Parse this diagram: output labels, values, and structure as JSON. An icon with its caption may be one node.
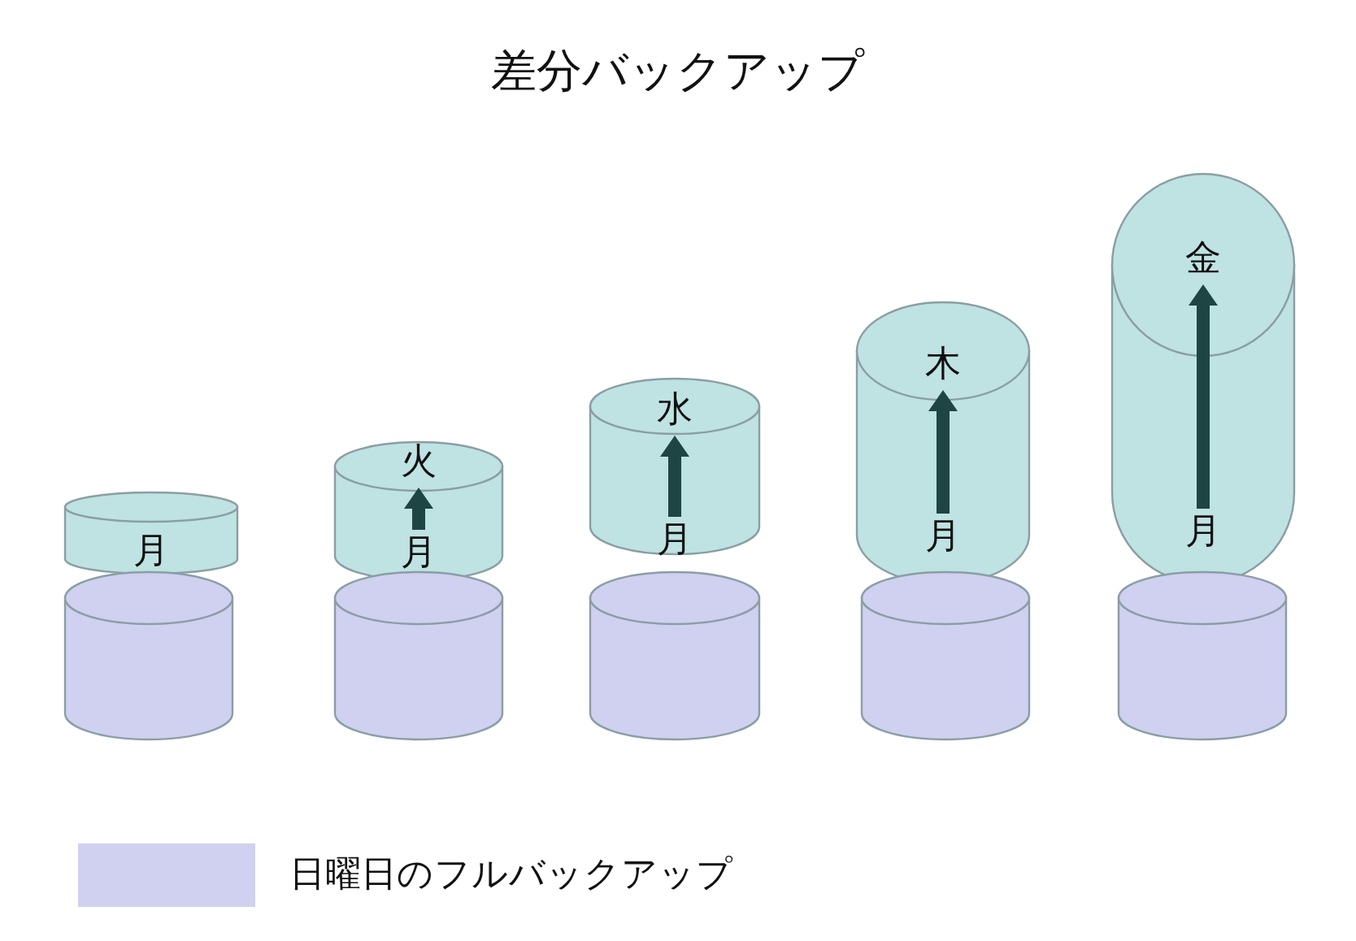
{
  "diagram": {
    "title": "差分バックアップ",
    "nodes": [
      {
        "text": [
          "月"
        ]
      },
      {
        "text": [
          "火",
          "月"
        ]
      },
      {
        "text": [
          "水",
          "月"
        ]
      },
      {
        "text": [
          "木",
          "月"
        ]
      },
      {
        "text": [
          "金",
          "月"
        ]
      },
      {
        "text": [],
        "shape": "cylinder"
      },
      {
        "text": [],
        "shape": "cylinder"
      },
      {
        "text": [],
        "shape": "cylinder"
      },
      {
        "text": [],
        "shape": "cylinder"
      },
      {
        "text": [],
        "shape": "cylinder"
      }
    ],
    "edges": [],
    "legend": [
      {
        "text": "日曜日のフルバックアップ",
        "color": "#d0d0f0"
      }
    ]
  }
}
